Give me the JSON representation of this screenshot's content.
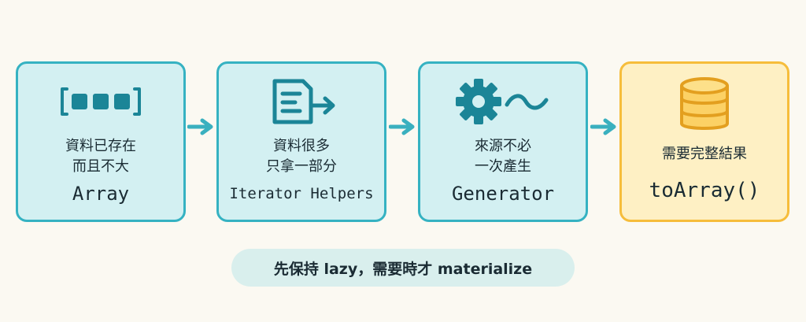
{
  "steps": [
    {
      "icon": "array-icon",
      "desc": [
        "資料已存在",
        "而且不大"
      ],
      "code": "Array"
    },
    {
      "icon": "iterator-icon",
      "desc": [
        "資料很多",
        "只拿一部分"
      ],
      "code": "Iterator Helpers"
    },
    {
      "icon": "generator-icon",
      "desc": [
        "來源不必",
        "一次產生"
      ],
      "code": "Generator"
    },
    {
      "icon": "database-icon",
      "desc": [
        "需要完整結果"
      ],
      "code": "toArray()"
    }
  ],
  "footer": "先保持 lazy，需要時才 materialize",
  "colors": {
    "teal_border": "#35b2c2",
    "teal_fill": "#d3f0f2",
    "icon_dark": "#1b8597",
    "gold_border": "#f6bd3b",
    "gold_fill": "#fef0c4",
    "arrow": "#3ab0bf",
    "pill": "#d9efed",
    "background": "#fbf9f2"
  }
}
